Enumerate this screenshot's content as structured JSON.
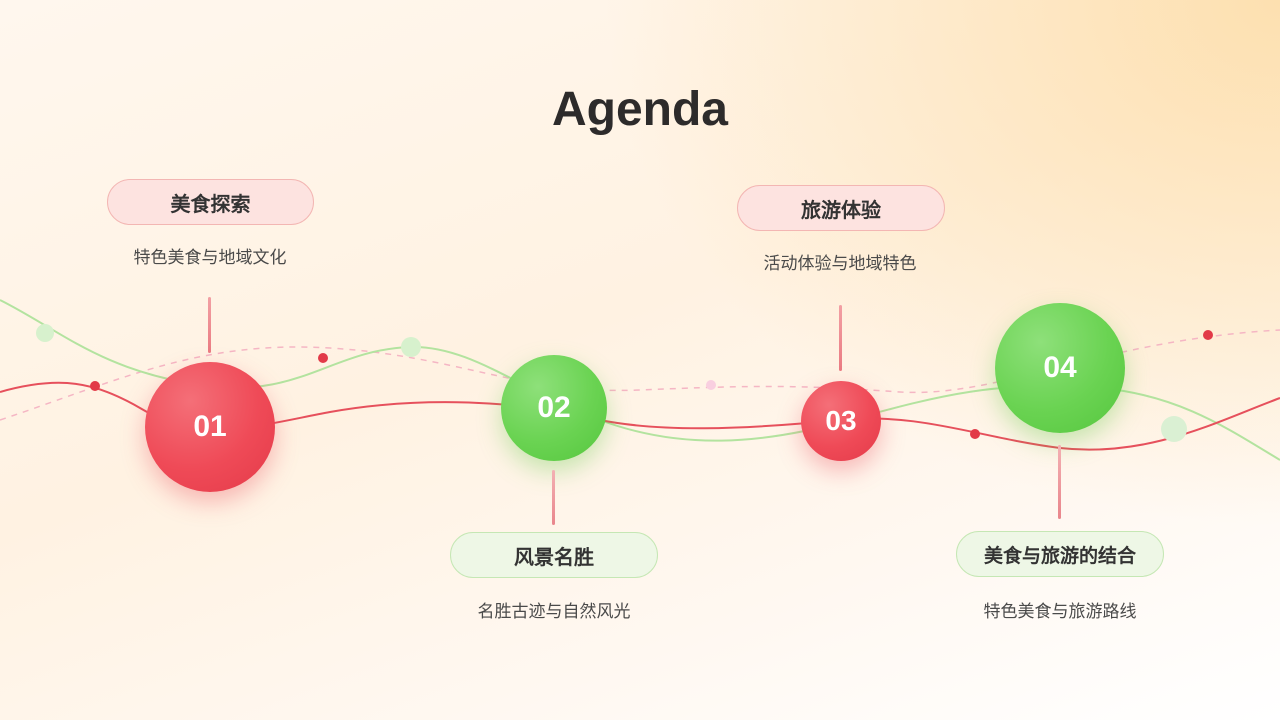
{
  "title": "Agenda",
  "colors": {
    "red": "#ef4a57",
    "green": "#66d14f",
    "pill_red_bg": "#fde3e0",
    "pill_green_bg": "#eef7e6"
  },
  "items": [
    {
      "number": "01",
      "heading": "美食探索",
      "description": "特色美食与地域文化",
      "color": "red",
      "label_position": "top"
    },
    {
      "number": "02",
      "heading": "风景名胜",
      "description": "名胜古迹与自然风光",
      "color": "green",
      "label_position": "bottom"
    },
    {
      "number": "03",
      "heading": "旅游体验",
      "description": "活动体验与地域特色",
      "color": "red",
      "label_position": "top"
    },
    {
      "number": "04",
      "heading": "美食与旅游的结合",
      "description": "特色美食与旅游路线",
      "color": "green",
      "label_position": "bottom"
    }
  ]
}
